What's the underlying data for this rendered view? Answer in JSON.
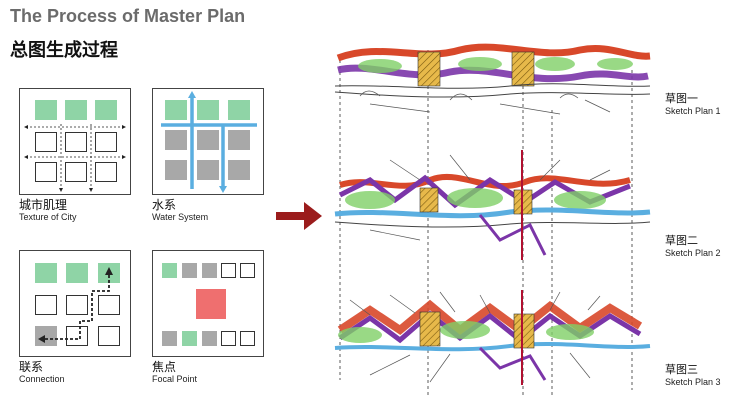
{
  "title": "The Process of Master Plan",
  "subtitle": "总图生成过程",
  "panels": [
    {
      "cn": "城市肌理",
      "en": "Texture of City"
    },
    {
      "cn": "水系",
      "en": "Water System"
    },
    {
      "cn": "联系",
      "en": "Connection"
    },
    {
      "cn": "焦点",
      "en": "Focal Point"
    }
  ],
  "plans": [
    {
      "cn": "草图一",
      "en": "Sketch Plan 1"
    },
    {
      "cn": "草图二",
      "en": "Sketch Plan 2"
    },
    {
      "cn": "草图三",
      "en": "Sketch Plan 3"
    }
  ],
  "colors": {
    "green": "#8fd4a6",
    "gray": "#a8a8a8",
    "water": "#5aaee0",
    "focal": "#ef6f6f",
    "arrow": "#9b1c1c"
  }
}
